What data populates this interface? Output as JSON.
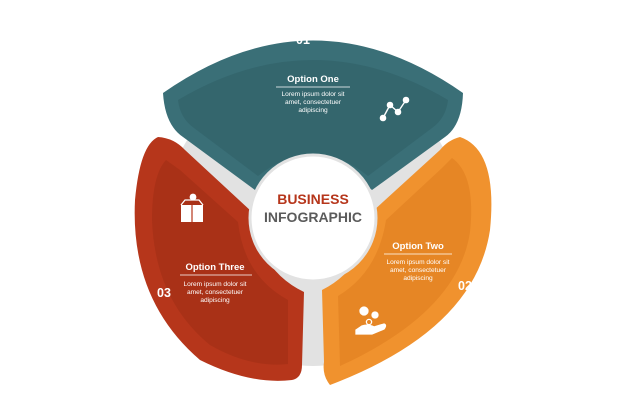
{
  "center": {
    "line1": "BUSINESS",
    "line2": "INFOGRAPHIC"
  },
  "colors": {
    "segment_one": "#3a6f77",
    "segment_two": "#f0922e",
    "segment_three": "#b6361b",
    "ring": "#e2e2e2",
    "center_line1": "#b6361b",
    "center_line2": "#5b5b5b"
  },
  "segments": [
    {
      "number": "01",
      "title": "Option One",
      "desc_lines": [
        "Lorem ipsum dolor sit",
        "amet, consectetuer",
        "adipiscing"
      ],
      "icon": "network-nodes-icon"
    },
    {
      "number": "02",
      "title": "Option Two",
      "desc_lines": [
        "Lorem ipsum dolor sit",
        "amet, consectetuer",
        "adipiscing"
      ],
      "icon": "hand-coins-icon"
    },
    {
      "number": "03",
      "title": "Option Three",
      "desc_lines": [
        "Lorem ipsum dolor sit",
        "amet, consectetuer",
        "adipiscing"
      ],
      "icon": "box-dollar-icon"
    }
  ]
}
